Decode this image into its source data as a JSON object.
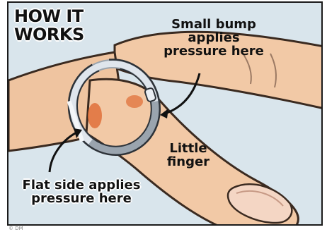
{
  "title": "HOW IT\nWORKS",
  "callouts": {
    "bump": "Small bump\napplies\npressure here",
    "finger": "Little\nfinger",
    "flat": "Flat side applies\npressure here"
  },
  "credit": "© DM",
  "colors": {
    "background": "#d9e5ec",
    "skin": "#f2c9a6",
    "skin_outline": "#3a2a20",
    "ring_silver": "#cfd6de",
    "pressure_red": "#e0703a"
  }
}
